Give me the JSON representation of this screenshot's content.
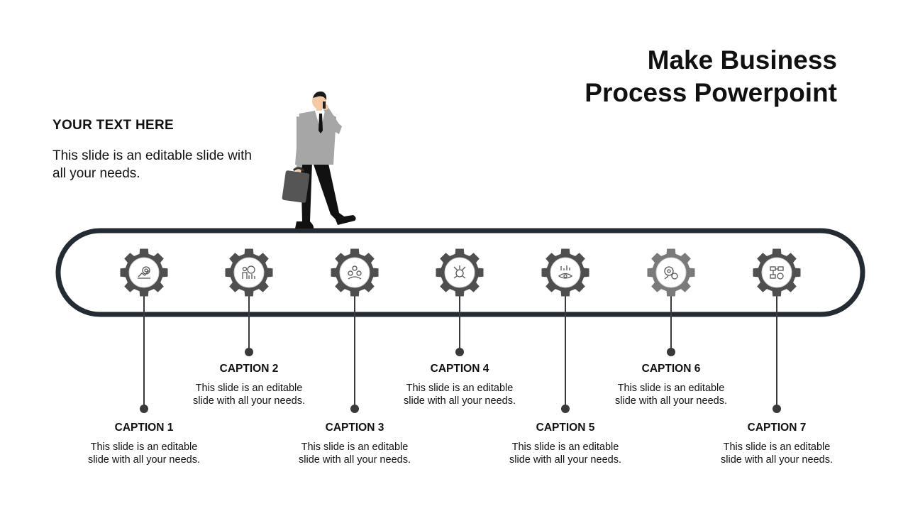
{
  "title": {
    "line1": "Make Business",
    "line2": "Process Powerpoint"
  },
  "intro": {
    "heading": "YOUR  TEXT HERE",
    "body": "This slide is an editable slide with all your needs."
  },
  "colors": {
    "track": "#252b33",
    "gear": "#4f4f4f",
    "gear_light": "#7a7a7a",
    "connector": "#3a3a3a",
    "suit": "#a6a6a6",
    "trousers": "#111111"
  },
  "steps": [
    {
      "caption": "CAPTION 1",
      "body": "This slide is an editable slide with all your needs.",
      "icon": "growth-chart-target-icon",
      "position": "low"
    },
    {
      "caption": "CAPTION 2",
      "body": "This slide is an editable slide with all your needs.",
      "icon": "presentation-target-icon",
      "position": "high"
    },
    {
      "caption": "CAPTION 3",
      "body": "This slide is an editable slide with all your needs.",
      "icon": "team-network-icon",
      "position": "low"
    },
    {
      "caption": "CAPTION 4",
      "body": "This slide is an editable slide with all your needs.",
      "icon": "brain-arrows-icon",
      "position": "high"
    },
    {
      "caption": "CAPTION 5",
      "body": "This slide is an editable slide with all your needs.",
      "icon": "vision-eye-chart-icon",
      "position": "low"
    },
    {
      "caption": "CAPTION 6",
      "body": "This slide is an editable slide with all your needs.",
      "icon": "strategy-gears-icon",
      "position": "high"
    },
    {
      "caption": "CAPTION 7",
      "body": "This slide is an editable slide with all your needs.",
      "icon": "workflow-process-icon",
      "position": "low"
    }
  ]
}
